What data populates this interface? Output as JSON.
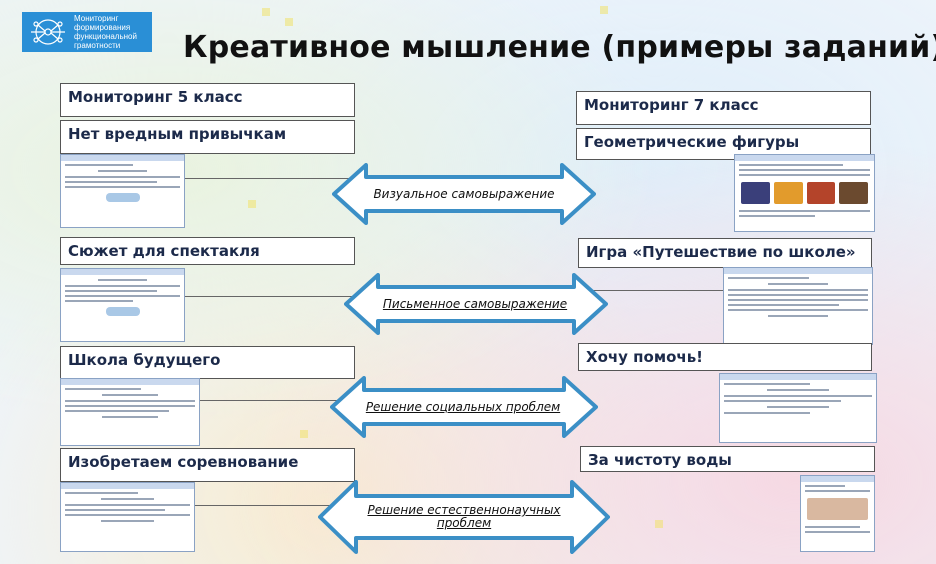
{
  "logo": {
    "icon": "brain-network-icon",
    "text": "Мониторинг\nформирования\nфункциональной\nграмотности",
    "color": "#2a8fd6"
  },
  "title": "Креативное мышление (примеры заданий)",
  "left": {
    "header": "Мониторинг 5 класс",
    "tasks": [
      "Нет вредным привычкам",
      "Сюжет для спектакля",
      "Школа будущего",
      "Изобретаем соревнование"
    ]
  },
  "right": {
    "header": "Мониторинг 7 класс",
    "tasks": [
      "Геометрические фигуры",
      "Игра «Путешествие по школе»",
      "Хочу помочь!",
      "За чистоту воды"
    ]
  },
  "arrows": [
    "Визуальное самовыражение",
    "Письменное самовыражение",
    "Решение социальных проблем",
    "Решение естественнонаучных проблем"
  ],
  "colors": {
    "arrow_fill": "#ffffff",
    "arrow_stroke": "#3b8fc6",
    "label_text": "#1c2a4a"
  }
}
